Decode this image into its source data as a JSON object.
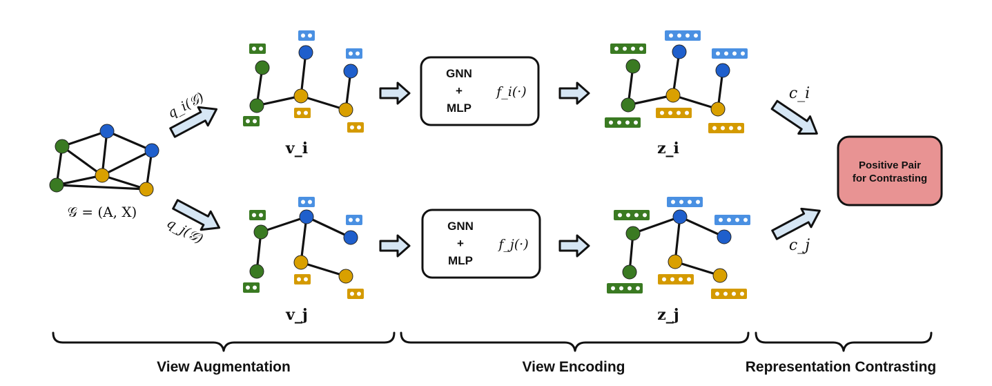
{
  "colors": {
    "green": "#3a7a22",
    "blue": "#1f5fcc",
    "gold": "#d9a000",
    "vec_green": "#3a7a22",
    "vec_blue": "#4a90e2",
    "vec_gold": "#d49a00",
    "arrow_fill": "#d6e6f4",
    "contrast_box": "#e89393"
  },
  "input_graph": {
    "label": "𝒢 = (A, X)"
  },
  "augment": {
    "top": {
      "function": "q_i(𝒢)"
    },
    "bottom": {
      "function": "q_j(𝒢)"
    }
  },
  "views": {
    "top": {
      "label": "v_i"
    },
    "bottom": {
      "label": "v_j"
    }
  },
  "encoder": {
    "top": {
      "line1": "GNN",
      "line2": "+",
      "line3": "MLP",
      "function": "f_i(·)"
    },
    "bottom": {
      "line1": "GNN",
      "line2": "+",
      "line3": "MLP",
      "function": "f_j(·)"
    }
  },
  "representations": {
    "top": {
      "label": "z_i"
    },
    "bottom": {
      "label": "z_j"
    }
  },
  "contrast": {
    "top_label": "c_i",
    "bottom_label": "c_j",
    "box_line1": "Positive Pair",
    "box_line2": "for Contrasting"
  },
  "stages": {
    "augmentation": "View Augmentation",
    "encoding": "View Encoding",
    "contrasting": "Representation Contrasting"
  }
}
